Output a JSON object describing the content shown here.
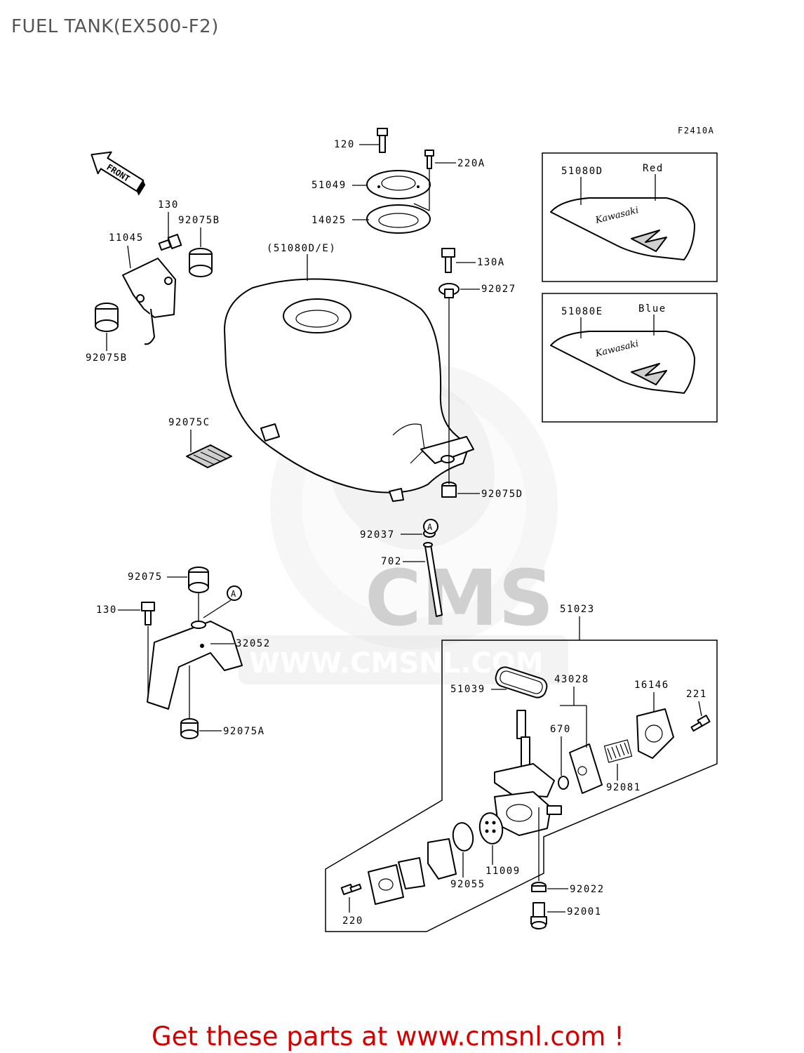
{
  "title": "FUEL TANK(EX500-F2)",
  "figure_code": "F2410A",
  "front_arrow_label": "FRONT",
  "watermark": {
    "logo_text": "CMS",
    "url_text": "WWW.CMSNL.COM"
  },
  "footer": "Get these parts at www.cmsnl.com !",
  "colors": {
    "footer_text": "#d40000",
    "title_text": "#555555",
    "watermark": "#cccccc"
  },
  "reference_markers": [
    "A",
    "A"
  ],
  "tank_label": "(51080D/E)",
  "variants": [
    {
      "part": "51080D",
      "color": "Red",
      "brand": "Kawasaki"
    },
    {
      "part": "51080E",
      "color": "Blue",
      "brand": "Kawasaki"
    }
  ],
  "parts": {
    "p120": "120",
    "p220a": "220A",
    "p51049": "51049",
    "p14025": "14025",
    "p130a": "130A",
    "p92027": "92027",
    "p130_top": "130",
    "p92075b_top": "92075B",
    "p11045": "11045",
    "p92075b_bottom": "92075B",
    "p92075c": "92075C",
    "p92075d": "92075D",
    "p92037": "92037",
    "p702": "702",
    "p92075": "92075",
    "p130_bottom": "130",
    "p32052": "32052",
    "p92075a": "92075A",
    "p51023": "51023",
    "p51039": "51039",
    "p43028": "43028",
    "p16146": "16146",
    "p221": "221",
    "p670": "670",
    "p92081": "92081",
    "p11009": "11009",
    "p92055": "92055",
    "p92022": "92022",
    "p92001": "92001",
    "p220": "220"
  }
}
